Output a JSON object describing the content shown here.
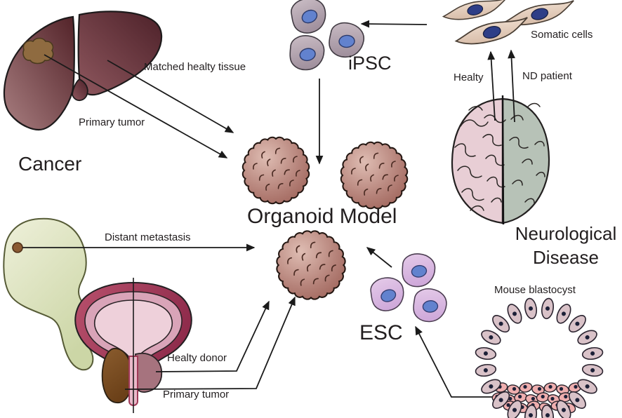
{
  "diagram": {
    "labels": {
      "cancer": "Cancer",
      "matched_healthy_tissue": "Matched healty tissue",
      "primary_tumor_liver": "Primary tumor",
      "ipsc": "iPSC",
      "somatic_cells": "Somatic cells",
      "healthy": "Healty",
      "nd_patient": "ND patient",
      "neurological_disease": "Neurological Disease",
      "organoid_model": "Organoid Model",
      "distant_metastasis": "Distant metastasis",
      "esc": "ESC",
      "healthy_donor": "Healty donor",
      "primary_tumor_prostate": "Primary tumor",
      "mouse_blastocyst": "Mouse blastocyst"
    },
    "colors": {
      "ink": "#221e1f",
      "arrow": "#1a1a1a",
      "outline": "#262226",
      "liver_light": "#a87e80",
      "liver_dark": "#532329",
      "liver_right_light": "#8e575e",
      "liver_right_dark": "#4d2129",
      "tumor_fill": "#8f6b40",
      "tumor_outline": "#4a3a1e",
      "ipsc_body_light": "#cbbec6",
      "ipsc_body_dark": "#a1919e",
      "esc_body_light": "#e5cbe9",
      "esc_body_dark": "#cfa9da",
      "somatic_body_light": "#ecdacb",
      "somatic_body_dark": "#d8bda9",
      "nucleus_blue": "#6282ce",
      "nucleus_blue_stroke": "#2b3a6b",
      "nucleus_dark": "#2e3e87",
      "organoid_light": "#dfbdb3",
      "organoid_mid": "#b58279",
      "organoid_dark": "#96584e",
      "organoid_mark": "#4a2a22",
      "brain_left": "#e8ced5",
      "brain_right": "#b7c2b7",
      "green_organ_light": "#eef0da",
      "green_organ_dark": "#ccd6a6",
      "met_dot": "#8a5a33",
      "prostate_ring_light": "#b8506c",
      "prostate_ring_dark": "#8e2b4b",
      "prostate_mid": "#d9a4b8",
      "prostate_inner": "#eed0da",
      "prostate_tumor_light": "#8a5c2e",
      "prostate_tumor_dark": "#6b4018",
      "donor_lobe": "#a6737e",
      "urethra": "#e9b9c9",
      "blasto_cell": "#d9c2c8",
      "icm_cell": "#efaeae",
      "blasto_nucleus": "#1d2138"
    }
  }
}
